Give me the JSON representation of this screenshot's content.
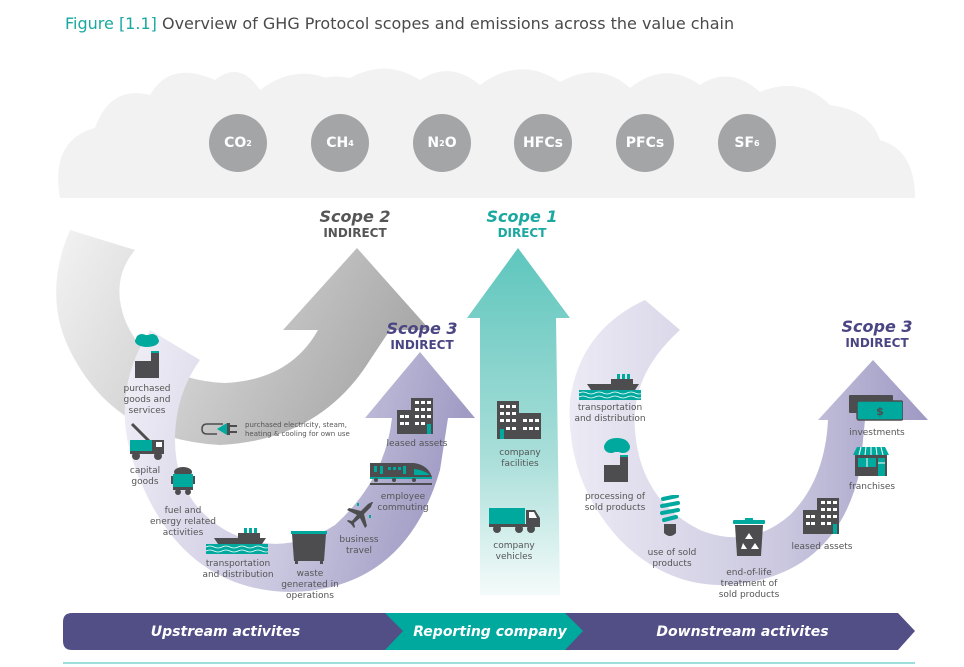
{
  "figure": {
    "number_label": "Figure [1.1]",
    "title": "Overview of GHG Protocol scopes and emissions across the value chain"
  },
  "colors": {
    "teal": "#00a99d",
    "purple": "#524e86",
    "gray_gas": "#a3a5a7",
    "cloud": "#f2f2f2",
    "icon_dark": "#4d4d4f",
    "scope2_text": "#555555",
    "scope3_text": "#4a4583"
  },
  "gases": [
    {
      "base": "CO",
      "sub": "2",
      "after": ""
    },
    {
      "base": "CH",
      "sub": "4",
      "after": ""
    },
    {
      "base": "N",
      "sub": "2",
      "after": "O"
    },
    {
      "base": "HFCs",
      "sub": "",
      "after": ""
    },
    {
      "base": "PFCs",
      "sub": "",
      "after": ""
    },
    {
      "base": "SF",
      "sub": "6",
      "after": ""
    }
  ],
  "scopes": {
    "scope2": {
      "name": "Scope 2",
      "kind": "INDIRECT"
    },
    "scope1": {
      "name": "Scope 1",
      "kind": "DIRECT"
    },
    "scope3_upstream": {
      "name": "Scope 3",
      "kind": "INDIRECT"
    },
    "scope3_downstream": {
      "name": "Scope 3",
      "kind": "INDIRECT"
    }
  },
  "scope2_items": [
    {
      "icon": "plug-icon",
      "label_line1": "purchased electricity, steam,",
      "label_line2": "heating & cooling for own use"
    }
  ],
  "upstream_items": [
    {
      "icon": "factory-icon",
      "label": "purchased goods and services"
    },
    {
      "icon": "crane-truck-icon",
      "label": "capital goods"
    },
    {
      "icon": "fuel-cart-icon",
      "label": "fuel and energy related activities"
    },
    {
      "icon": "ship-icon",
      "label": "transportation and distribution"
    },
    {
      "icon": "waste-bin-icon",
      "label": "waste generated in operations"
    },
    {
      "icon": "airplane-icon",
      "label": "business travel"
    },
    {
      "icon": "train-icon",
      "label": "employee commuting"
    },
    {
      "icon": "building-icon",
      "label": "leased assets"
    }
  ],
  "scope1_items": [
    {
      "icon": "company-building-icon",
      "label": "company facilities"
    },
    {
      "icon": "truck-icon",
      "label": "company vehicles"
    }
  ],
  "downstream_items": [
    {
      "icon": "ship-icon",
      "label": "transportation and distribution"
    },
    {
      "icon": "factory-icon",
      "label": "processing of sold products"
    },
    {
      "icon": "light-bulb-icon",
      "label": "use of sold products"
    },
    {
      "icon": "recycle-bin-icon",
      "label": "end-of-life treatment of sold products"
    },
    {
      "icon": "building-icon",
      "label": "leased assets"
    },
    {
      "icon": "storefront-icon",
      "label": "franchises"
    },
    {
      "icon": "money-icon",
      "label": "investments"
    }
  ],
  "value_chain": {
    "upstream": "Upstream activites",
    "reporting": "Reporting company",
    "downstream": "Downstream activites"
  }
}
